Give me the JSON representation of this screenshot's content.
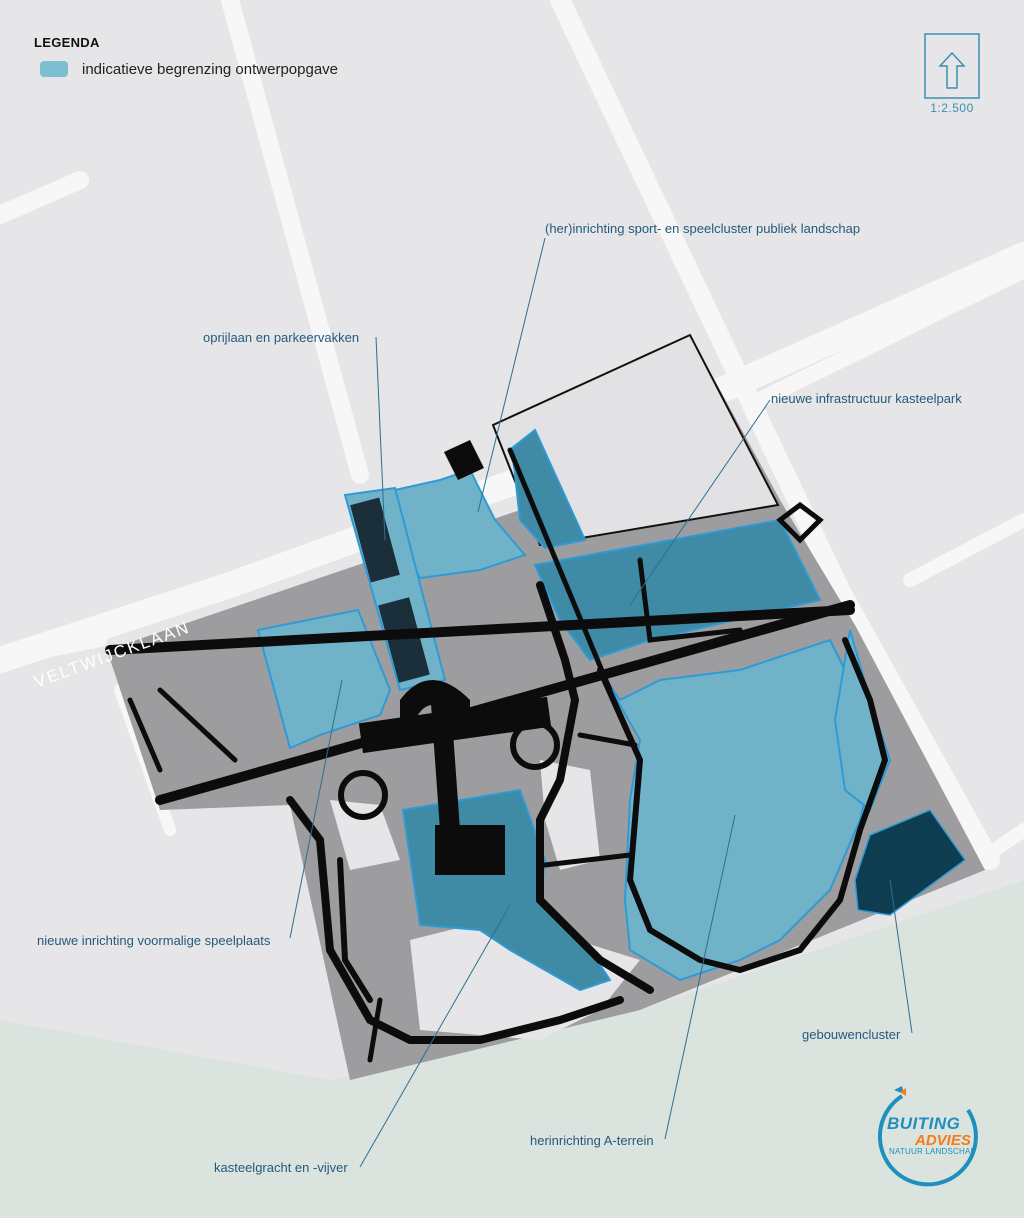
{
  "legend": {
    "title": "LEGENDA",
    "items": [
      {
        "label": "indicatieve begrenzing ontwerpopgave",
        "color": "#7dbfd2"
      }
    ]
  },
  "scale": "1:2.500",
  "street": "VELTWIJCKLAAN",
  "labels": {
    "sport": "(her)inrichting sport- en speelcluster publiek landschap",
    "oprijlaan": "oprijlaan en parkeervakken",
    "infra": "nieuwe infrastructuur kasteelpark",
    "speelplaats": "nieuwe inrichting voormalige speelplaats",
    "gebouwen": "gebouwencluster",
    "aterrein": "herinrichting A-terrein",
    "gracht": "kasteelgracht en -vijver"
  },
  "logo": {
    "line1": "BUITING",
    "line2": "ADVIES",
    "line3": "NATUUR LANDSCHAP"
  },
  "colors": {
    "background": "#e6e6e8",
    "street": "#f7f7f8",
    "site": "#9d9d9f",
    "paths": "#0c0c0c",
    "zone_light": "#70b3c9",
    "zone_dark": "#3f8aa4",
    "zone_outline": "#2e9bd6",
    "leader": "#2e6f90",
    "label_text": "#245a7c",
    "building": "#0e3d52",
    "water_edge": "#b4dbe8"
  }
}
